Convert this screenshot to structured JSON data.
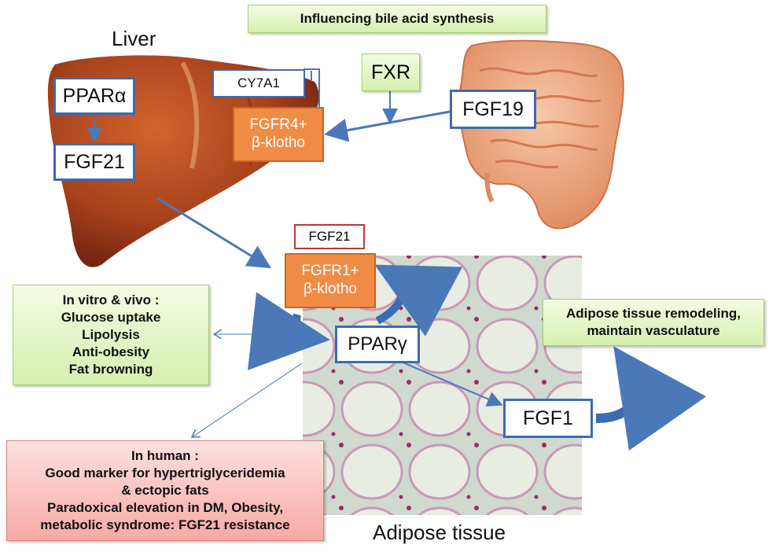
{
  "top_banner": "Influencing bile acid synthesis",
  "liver_label": "Liver",
  "adipose_label": "Adipose tissue",
  "liver_boxes": {
    "ppara": "PPARα",
    "fgf21": "FGF21",
    "cy7a1": "CY7A1",
    "fgfr4": [
      "FGFR4+",
      "β-klotho"
    ]
  },
  "intestine_boxes": {
    "fxr": "FXR",
    "fgf19": "FGF19"
  },
  "adipose_boxes": {
    "fgf21": "FGF21",
    "fgfr1": [
      "FGFR1+",
      "β-klotho"
    ],
    "pparg": "PPARγ",
    "fgf1": "FGF1"
  },
  "remodel_box": [
    "Adipose tissue remodeling,",
    "maintain vasculature"
  ],
  "invitro_box": [
    "In vitro & vivo :",
    "Glucose uptake",
    "Lipolysis",
    "Anti-obesity",
    "Fat browning"
  ],
  "human_box": [
    "In human :",
    "Good marker for hypertriglyceridemia",
    "& ectopic fats",
    "Paradoxical elevation in DM, Obesity,",
    "metabolic syndrome: FGF21 resistance"
  ],
  "colors": {
    "arrow": "#4a78b8",
    "orange": "#f08c46",
    "green": "#d6efae",
    "red": "#f7aaa6",
    "liver": "#a8421c"
  }
}
